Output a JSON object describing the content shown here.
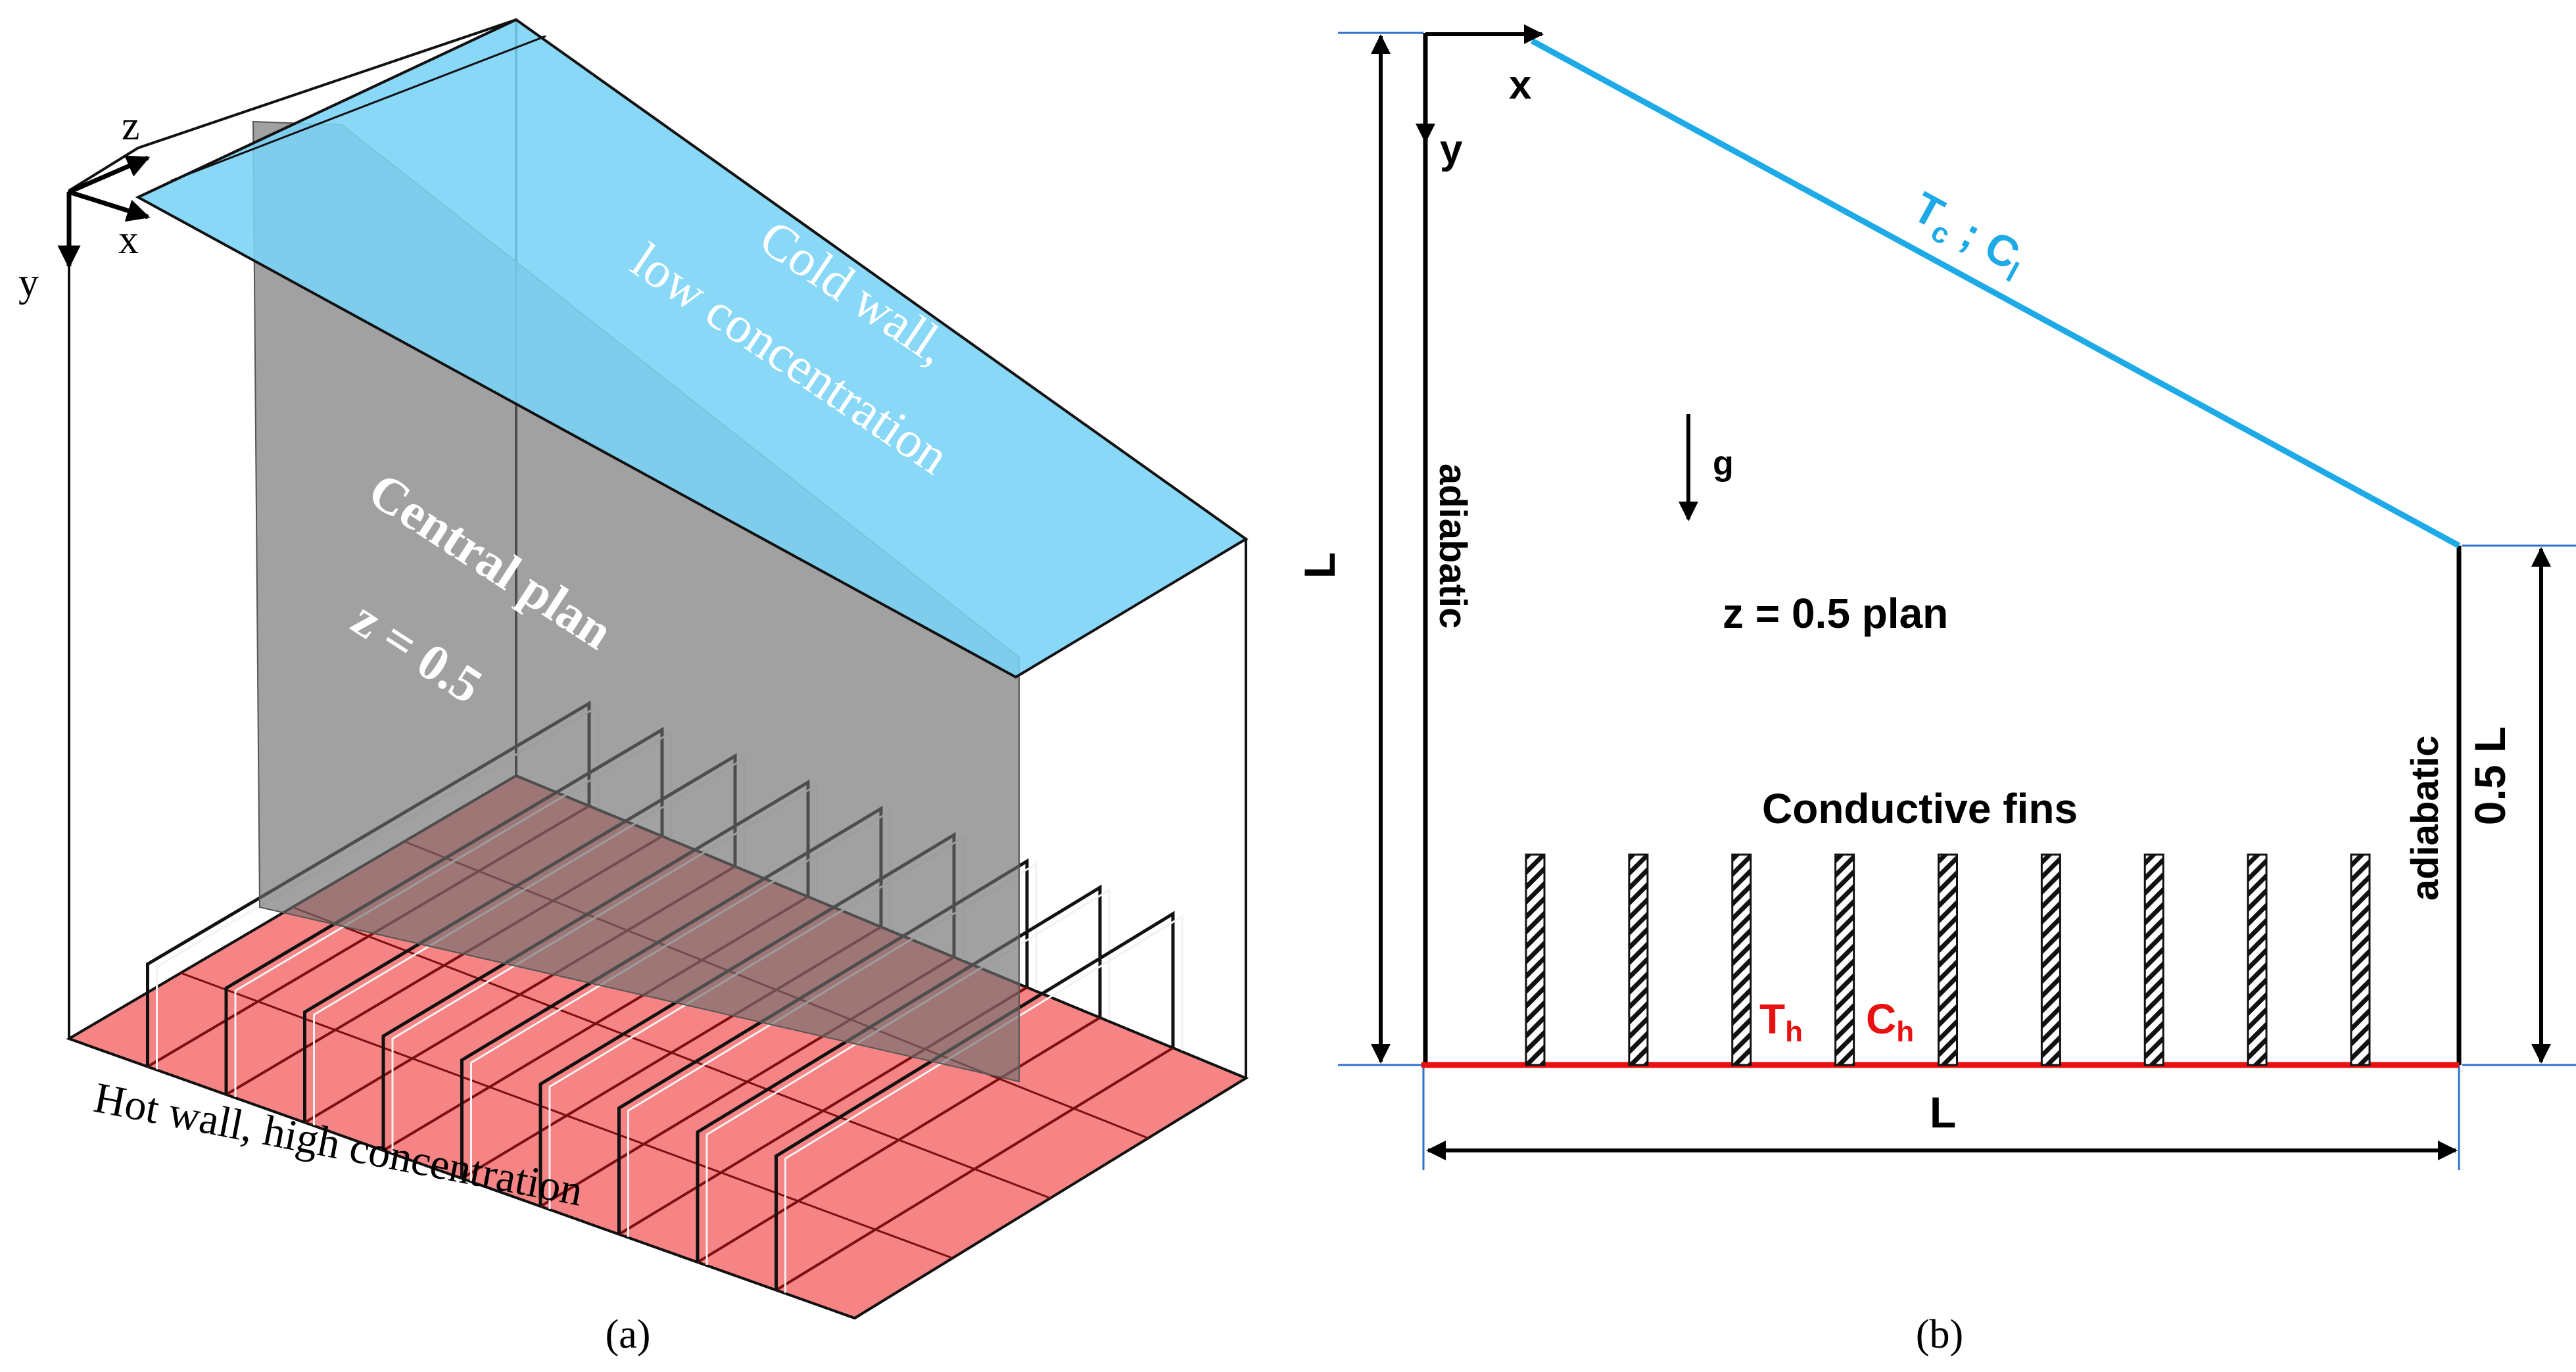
{
  "panel_a": {
    "axes": {
      "z": "z",
      "x": "x",
      "y": "y"
    },
    "cold_wall_line1": "Cold wall,",
    "cold_wall_line2": "low concentration",
    "central_plan": "Central plan",
    "z_value": "z = 0.5",
    "hot_wall": "Hot wall, high concentration",
    "caption": "(a)",
    "fin_count": 9,
    "colors": {
      "cold_wall": "#79D3F6",
      "hot_wall": "#F57A7A",
      "central_plane": "#8A8A8A",
      "edges": "#111111"
    }
  },
  "panel_b": {
    "axes": {
      "x": "x",
      "y": "y"
    },
    "top_boundary": {
      "t": "T",
      "t_sub": "c",
      "sep": " ; ",
      "c": "C",
      "c_sub": "l"
    },
    "gravity": "g",
    "left_wall": "adiabatic",
    "right_wall": "adiabatic",
    "left_dim": "L",
    "right_dim": "0.5 L",
    "bottom_dim": "L",
    "plan_label": "z = 0.5 plan",
    "fins_label": "Conductive fins",
    "bottom_boundary": {
      "t": "T",
      "t_sub": "h",
      "c": "C",
      "c_sub": "h"
    },
    "caption": "(b)",
    "fin_count": 9,
    "colors": {
      "cold": "#1EAAE6",
      "hot": "#E81010",
      "dims": "#2E6FCC"
    }
  }
}
